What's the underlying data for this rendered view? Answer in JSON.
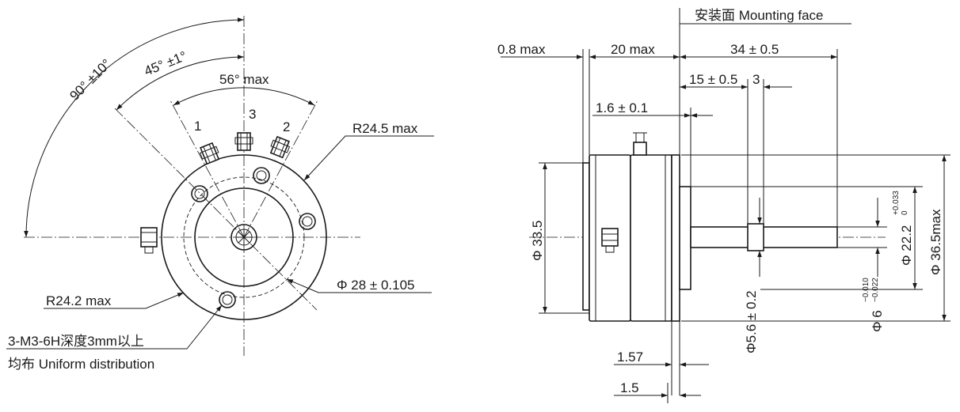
{
  "front_view": {
    "angle_90": "90°  ±10°",
    "angle_45": "45°  ±1°",
    "angle_56": "56°  max",
    "pin_1": "1",
    "pin_3": "3",
    "pin_2": "2",
    "r_outer": "R24.5 max",
    "r_inner": "R24.2 max",
    "diameter_holes": "Φ 28 ± 0.105",
    "holes_spec": "3-M3-6H深度3mm以上",
    "holes_distribution": "均布 Uniform distribution"
  },
  "side_view": {
    "mounting_face": "安装面 Mounting face",
    "dim_08": "0.8 max",
    "dim_20": "20 max",
    "dim_34": "34 ± 0.5",
    "dim_15": "15 ± 0.5",
    "dim_3": "3",
    "dim_16": "1.6 ± 0.1",
    "dia_335": "Φ 33.5",
    "dia_56": "Φ5.6 ± 0.2",
    "dia_6_base": "Φ 6",
    "dia_6_upper": "−0.010",
    "dia_6_lower": "−0.022",
    "dia_222_base": "Φ 22.2",
    "dia_222_upper": "+0.033",
    "dia_222_lower": "0",
    "dia_365": "Φ 36.5max",
    "dim_157": "1.57",
    "dim_15b": "1.5"
  }
}
